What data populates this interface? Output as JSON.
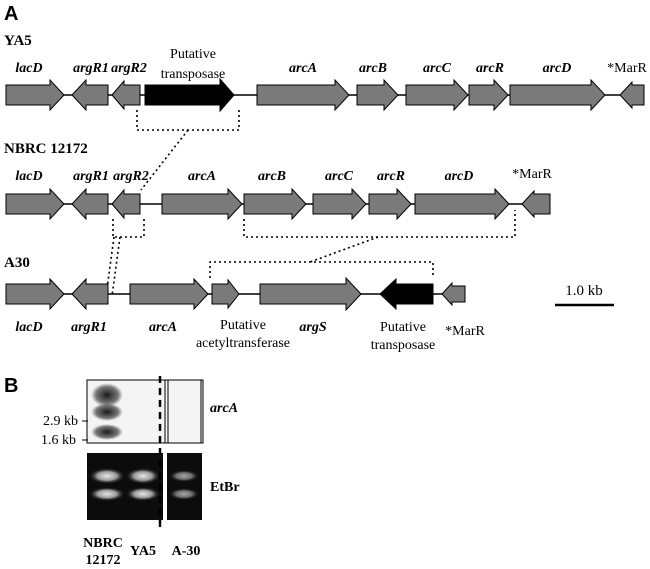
{
  "panel_a": {
    "label": "A",
    "tracks": [
      {
        "name": "YA5",
        "genes": [
          "lacD",
          "argR1",
          "argR2",
          "arcA",
          "arcB",
          "arcC",
          "arcR",
          "arcD"
        ],
        "putative_transposase": [
          "Putative",
          "transposase"
        ],
        "marr": "*MarR"
      },
      {
        "name": "NBRC 12172",
        "genes": [
          "lacD",
          "argR1",
          "argR2",
          "arcA",
          "arcB",
          "arcC",
          "arcR",
          "arcD"
        ],
        "marr": "*MarR"
      },
      {
        "name": "A30",
        "genes_below": [
          "lacD",
          "argR1",
          "arcA",
          "argS"
        ],
        "putative_acetyltransferase": [
          "Putative",
          "acetyltransferase"
        ],
        "putative_transposase": [
          "Putative",
          "transposase"
        ],
        "marr": "*MarR"
      }
    ],
    "scale_bar": "1.0 kb"
  },
  "panel_b": {
    "label": "B",
    "markers": [
      "2.9 kb",
      "1.6 kb"
    ],
    "probe": "arcA",
    "stain": "EtBr",
    "lanes": [
      [
        "NBRC",
        "12172"
      ],
      "YA5",
      "A-30"
    ]
  },
  "colors": {
    "gene": "#7a7a7a",
    "transposase": "#000000",
    "blot_bg": "#f4f4f4",
    "gel_bg": "#0c0c0c"
  }
}
